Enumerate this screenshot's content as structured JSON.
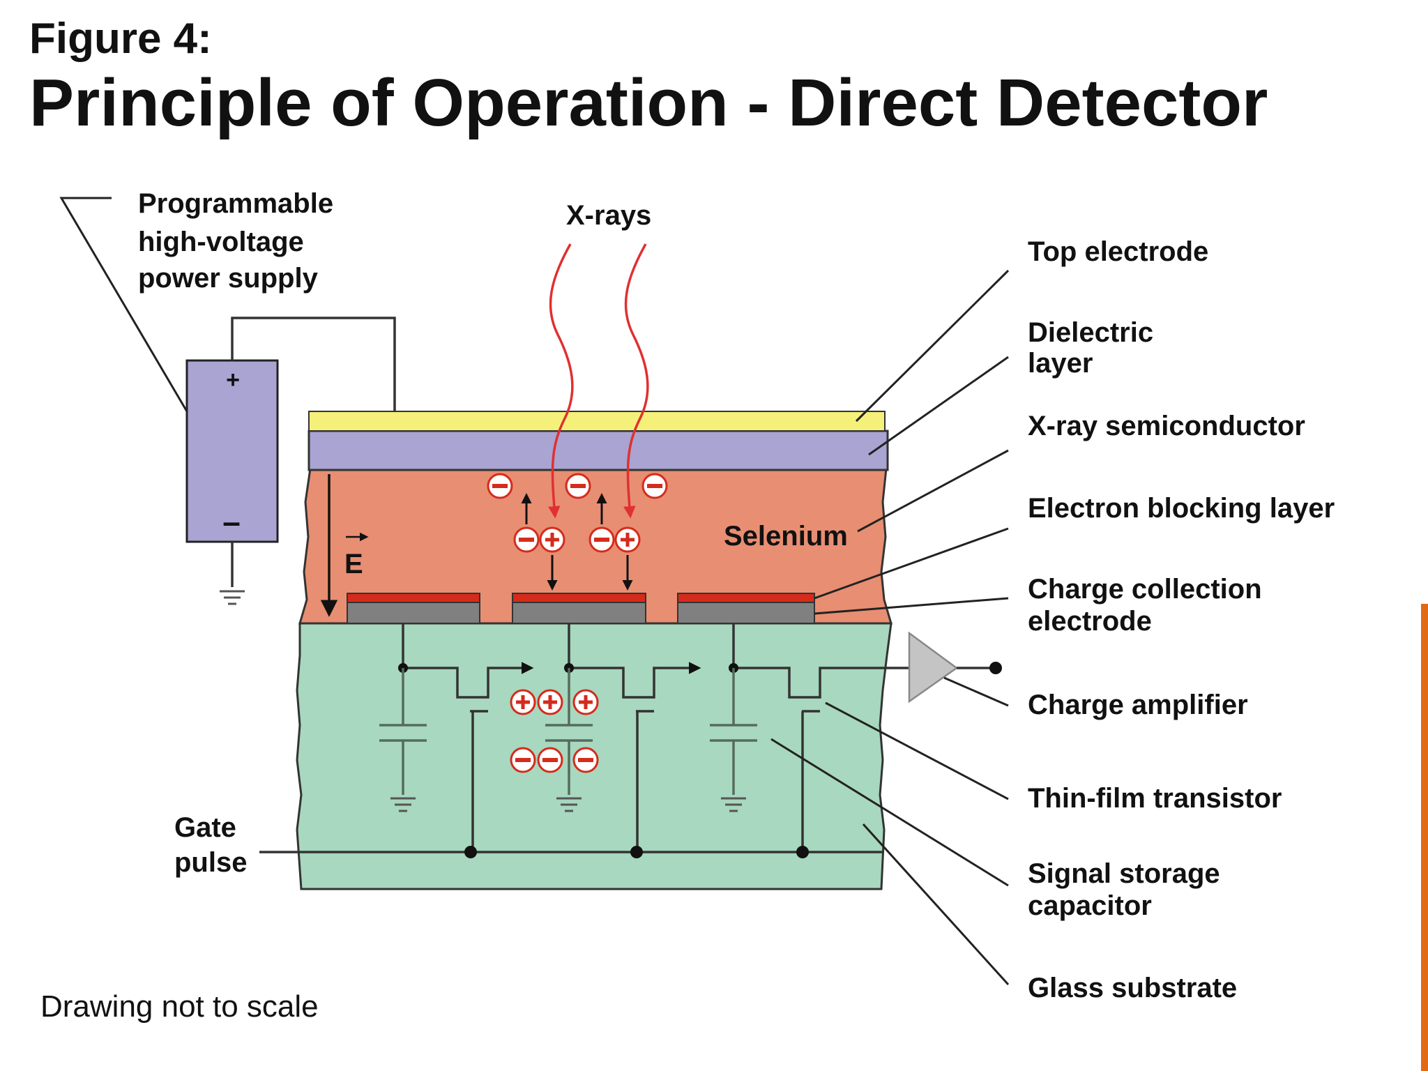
{
  "title": {
    "figure": "Figure 4:",
    "main": "Principle of Operation - Direct Detector"
  },
  "labels": {
    "power_supply": [
      "Programmable",
      "high-voltage",
      "power supply"
    ],
    "xrays": "X-rays",
    "top_electrode": "Top electrode",
    "dielectric": [
      "Dielectric",
      "layer"
    ],
    "semiconductor": "X-ray semiconductor",
    "blocking": "Electron blocking layer",
    "collection": [
      "Charge collection",
      "electrode"
    ],
    "amplifier": "Charge amplifier",
    "tft": "Thin-film transistor",
    "storage": [
      "Signal storage",
      "capacitor"
    ],
    "glass": "Glass substrate",
    "gate": [
      "Gate",
      "pulse"
    ],
    "selenium": "Selenium",
    "field": "E",
    "plus": "+",
    "minus": "–",
    "footnote": "Drawing not to scale"
  },
  "colors": {
    "top_electrode": "#f5f07a",
    "dielectric": "#a9a4d2",
    "selenium": "#e88e72",
    "glass": "#a8d8bf",
    "blocking": "#d42b1c",
    "electrode": "#808080",
    "battery": "#a9a4d2",
    "xray": "#e03030",
    "amplifier": "#c4c4c4"
  }
}
